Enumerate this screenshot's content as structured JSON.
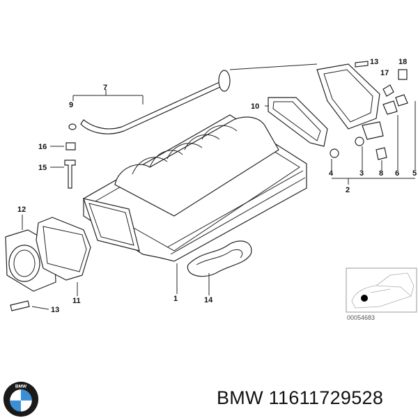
{
  "diagram": {
    "callouts": {
      "c1": "1",
      "c2": "2",
      "c3": "3",
      "c4": "4",
      "c5": "5",
      "c6": "6",
      "c7": "7",
      "c8": "8",
      "c9": "9",
      "c10": "10",
      "c11": "11",
      "c12": "12",
      "c13a": "13",
      "c13b": "13",
      "c14": "14",
      "c15": "15",
      "c16": "16",
      "c17": "17",
      "c18": "18"
    },
    "thumbnail_code": "00054683"
  },
  "footer": {
    "brand_logo_text": "BMW",
    "part_number": "BMW 11611729528"
  },
  "colors": {
    "logo_blue": "#3a8fd6",
    "logo_ring": "#1a1a1a"
  }
}
